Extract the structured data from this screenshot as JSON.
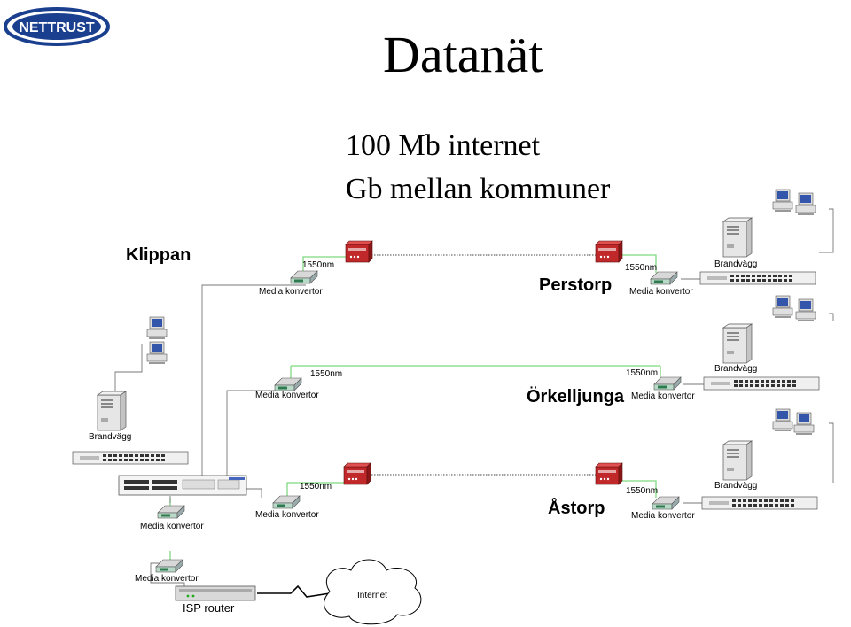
{
  "logo": {
    "text": "NETTRUST",
    "primary": "#1a3f8f"
  },
  "title": "Datanät",
  "subtitle_lines": [
    "100 Mb internet",
    "Gb mellan kommuner"
  ],
  "places": {
    "klippan": "Klippan",
    "perstorp": "Perstorp",
    "orkelljunga": "Örkelljunga",
    "astorp": "Åstorp"
  },
  "labels": {
    "wavelength": "1550nm",
    "media_converter": "Media konvertor",
    "firewall": "Brandvägg",
    "isp_router": "ISP router",
    "internet": "Internet"
  },
  "colors": {
    "fiber": "#7fd97f",
    "cable": "#666666",
    "dotted": "#444444",
    "device_red": "#c0282a"
  },
  "icons": [
    "media-converter-icon",
    "server-icon",
    "computer-icon",
    "switch-icon",
    "router-icon",
    "fiber-tranceiver-icon",
    "internet-cloud-icon"
  ]
}
